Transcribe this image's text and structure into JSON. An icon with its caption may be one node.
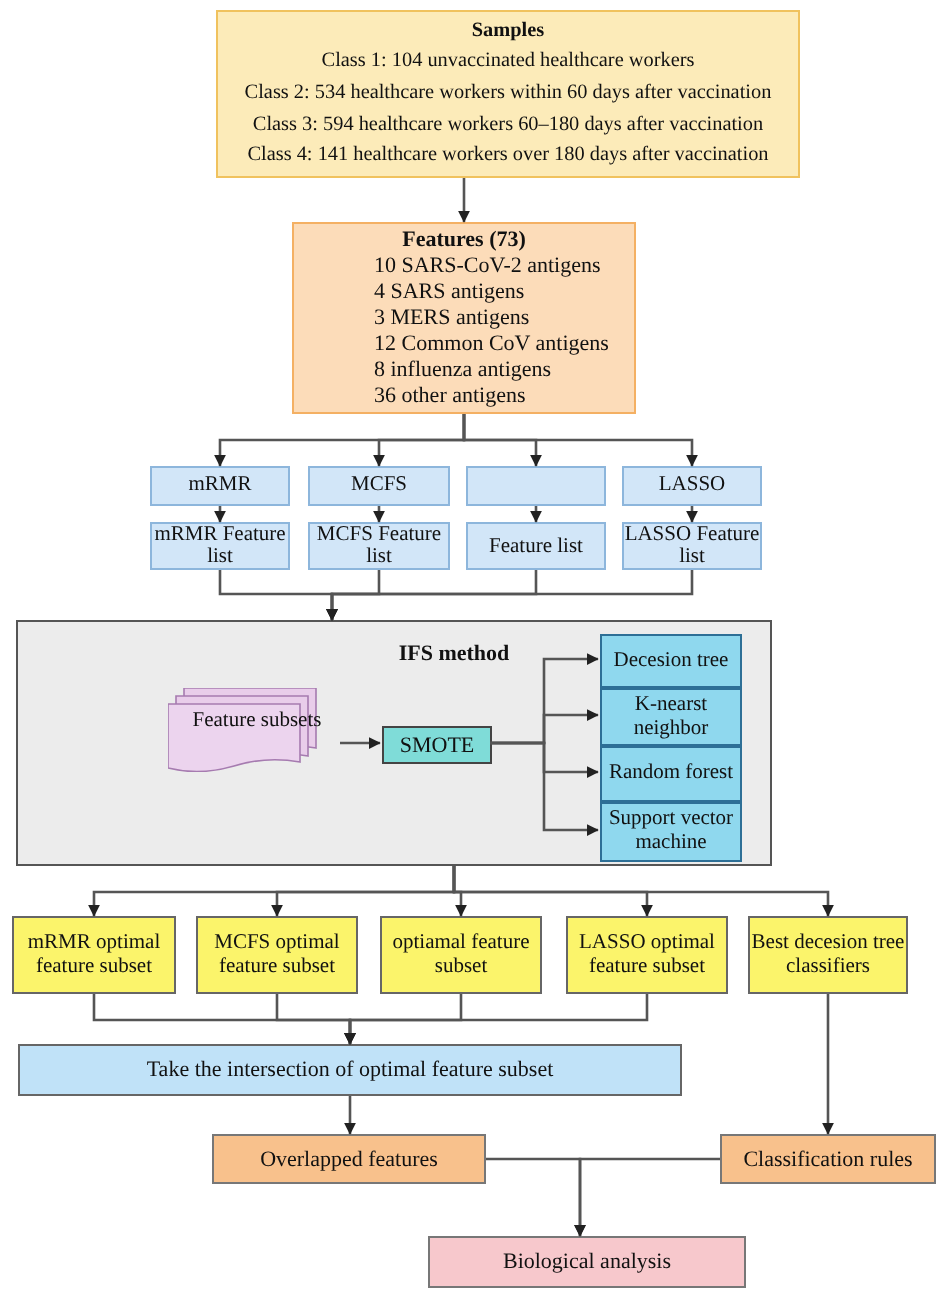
{
  "diagram": {
    "nodes": [
      {
        "text": [
          "Samples",
          "Class 1: 104 unvaccinated healthcare workers",
          "Class 2: 534 healthcare workers within 60 days after vaccination",
          "Class 3: 594 healthcare workers 60–180 days after vaccination",
          "Class 4: 141 healthcare workers over 180 days after vaccination"
        ]
      },
      {
        "text": [
          "Features (73)",
          "10 SARS-CoV-2 antigens",
          "4 SARS antigens",
          "3 MERS antigens",
          "12 Common CoV antigens",
          "8 influenza antigens",
          "36 other antigens"
        ]
      },
      {
        "text": [
          "mRMR"
        ]
      },
      {
        "text": [
          "MCFS"
        ]
      },
      {
        "text": [],
        "shape": "box"
      },
      {
        "text": [
          "LASSO"
        ]
      },
      {
        "text": [
          "mRMR Feature list"
        ]
      },
      {
        "text": [
          "MCFS Feature list"
        ]
      },
      {
        "text": [
          "Feature list"
        ]
      },
      {
        "text": [
          "LASSO Feature list"
        ]
      },
      {
        "text": [
          "IFS method"
        ]
      },
      {
        "text": [
          "Feature subsets"
        ],
        "in": 10
      },
      {
        "text": [
          "SMOTE"
        ],
        "in": 10
      },
      {
        "text": [
          "Decesion tree"
        ],
        "in": 10
      },
      {
        "text": [
          "K-nearst neighbor"
        ],
        "in": 10
      },
      {
        "text": [
          "Random forest"
        ],
        "in": 10
      },
      {
        "text": [
          "Support vector machine"
        ],
        "in": 10
      },
      {
        "text": [
          "mRMR optimal feature subset"
        ]
      },
      {
        "text": [
          "MCFS optimal feature subset"
        ]
      },
      {
        "text": [
          "optiamal feature subset"
        ]
      },
      {
        "text": [
          "LASSO optimal feature subset"
        ]
      },
      {
        "text": [
          "Best decesion tree classifiers"
        ]
      },
      {
        "text": [
          "Take the intersection of optimal feature subset"
        ]
      },
      {
        "text": [
          "Overlapped features"
        ]
      },
      {
        "text": [
          "Classification rules"
        ]
      },
      {
        "text": [
          "Biological analysis"
        ]
      }
    ],
    "edges": [
      {
        "from": 0,
        "to": 1,
        "arrow": "to"
      },
      {
        "from": 1,
        "to": 2,
        "arrow": "to"
      },
      {
        "from": 1,
        "to": 3,
        "arrow": "to"
      },
      {
        "from": 1,
        "to": 4,
        "arrow": "to"
      },
      {
        "from": 1,
        "to": 5,
        "arrow": "to"
      },
      {
        "from": 2,
        "to": 6,
        "arrow": "to"
      },
      {
        "from": 3,
        "to": 7,
        "arrow": "to"
      },
      {
        "from": 4,
        "to": 8,
        "arrow": "to"
      },
      {
        "from": 5,
        "to": 9,
        "arrow": "to"
      },
      {
        "from": 6,
        "to": 10,
        "arrow": "to"
      },
      {
        "from": 7,
        "to": 10,
        "arrow": "to"
      },
      {
        "from": 8,
        "to": 10,
        "arrow": "to"
      },
      {
        "from": 9,
        "to": 10,
        "arrow": "to"
      },
      {
        "from": 11,
        "to": 12,
        "arrow": "to"
      },
      {
        "from": 12,
        "to": 13,
        "arrow": "to"
      },
      {
        "from": 12,
        "to": 14,
        "arrow": "to"
      },
      {
        "from": 12,
        "to": 15,
        "arrow": "to"
      },
      {
        "from": 12,
        "to": 16,
        "arrow": "to"
      },
      {
        "from": 10,
        "to": 17,
        "arrow": "to"
      },
      {
        "from": 10,
        "to": 18,
        "arrow": "to"
      },
      {
        "from": 10,
        "to": 19,
        "arrow": "to"
      },
      {
        "from": 10,
        "to": 20,
        "arrow": "to"
      },
      {
        "from": 10,
        "to": 21,
        "arrow": "to"
      },
      {
        "from": 17,
        "to": 22,
        "arrow": "to"
      },
      {
        "from": 18,
        "to": 22,
        "arrow": "to"
      },
      {
        "from": 19,
        "to": 22,
        "arrow": "to"
      },
      {
        "from": 20,
        "to": 22,
        "arrow": "to"
      },
      {
        "from": 22,
        "to": 23,
        "arrow": "to"
      },
      {
        "from": 21,
        "to": 24,
        "arrow": "to"
      },
      {
        "from": 23,
        "to": 25,
        "arrow": "to"
      },
      {
        "from": 24,
        "to": 25,
        "arrow": "to"
      }
    ]
  }
}
